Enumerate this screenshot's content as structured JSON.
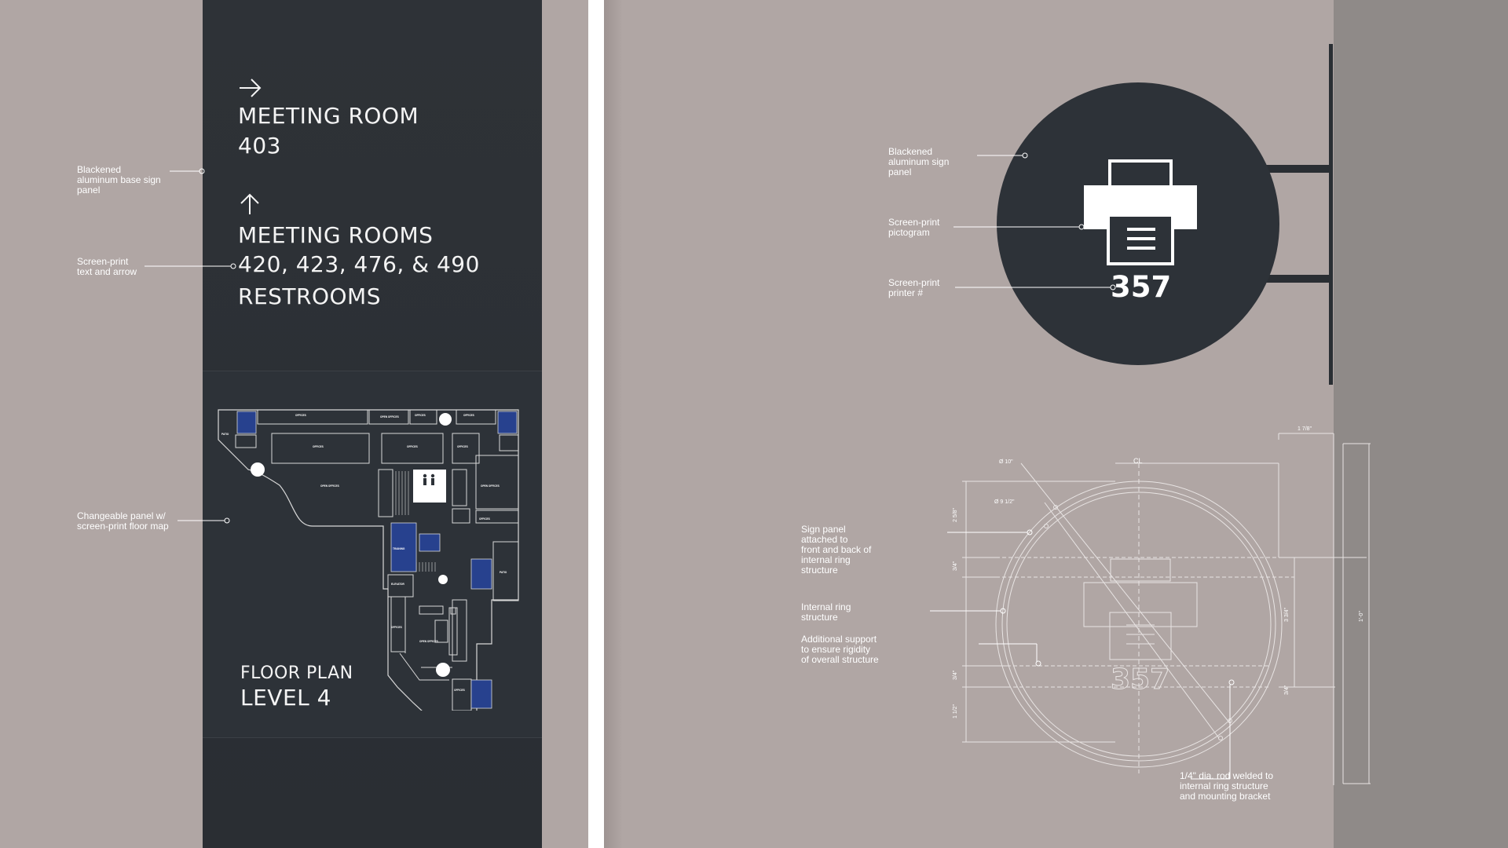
{
  "left_sign": {
    "arrow_right": "→",
    "meeting_room_label": "MEETING ROOM",
    "meeting_room_number": "403",
    "arrow_up": "↑",
    "meeting_rooms_label": "MEETING ROOMS",
    "meeting_rooms_numbers": "420, 423, 476, & 490",
    "restrooms_label": "RESTROOMS",
    "floor_plan_label": "FLOOR PLAN",
    "level_label": "LEVEL 4"
  },
  "left_callouts": {
    "base_panel": [
      "Blackened",
      "aluminum base sign",
      "panel"
    ],
    "screen_print": [
      "Screen-print",
      "text and arrow"
    ],
    "changeable_panel": [
      "Changeable panel w/",
      "screen-print floor map"
    ]
  },
  "right_callouts": {
    "sign_panel": [
      "Blackened",
      "aluminum sign",
      "panel"
    ],
    "pictogram": [
      "Screen-print",
      "pictogram"
    ],
    "printer_number": [
      "Screen-print",
      "printer #"
    ],
    "sign_panel_attached": [
      "Sign panel",
      "attached to",
      "front and back of",
      "internal ring",
      "structure"
    ],
    "internal_ring": [
      "Internal ring",
      "structure"
    ],
    "additional_support": [
      "Additional support",
      "to ensure rigidity",
      "of overall structure"
    ],
    "rod": [
      "1/4\" dia. rod welded to",
      "internal ring structure",
      "and mounting bracket"
    ]
  },
  "printer_sign": {
    "number": "357",
    "icon": "printer-icon"
  },
  "drawing": {
    "centerline": "CL",
    "dia_outer": "Ø 10\"",
    "dia_inner": "Ø 9 1/2\"",
    "dim_top_width": "1 7/8\"",
    "dim_left_1": "2 5/8\"",
    "dim_left_2": "3/4\"",
    "dim_left_3": "3/4\"",
    "dim_left_4": "1 1/2\"",
    "dim_right_1": "3 3/4\"",
    "dim_right_2": "3/4\"",
    "dim_far_right": "1'-0\"",
    "number": "357"
  },
  "colors": {
    "background": "#b0a6a4",
    "panel": "#2c3136",
    "room_blue": "#27418e",
    "concrete": "#8f8a88"
  }
}
